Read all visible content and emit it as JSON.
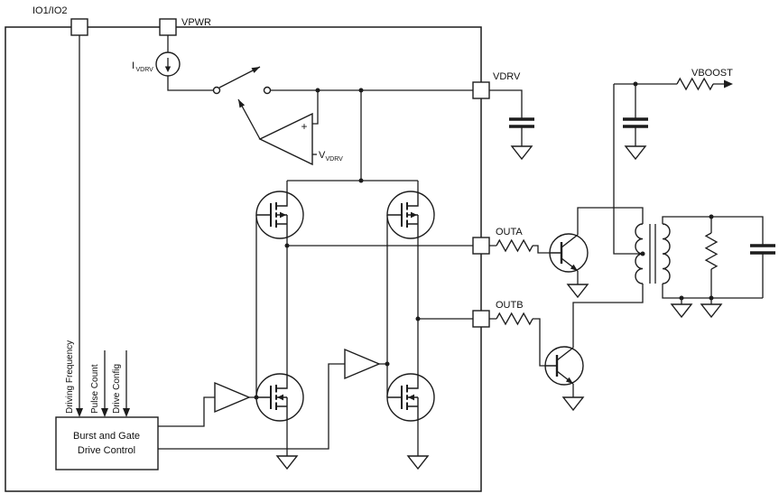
{
  "pins": {
    "io": "IO1/IO2",
    "vpwr": "VPWR",
    "vdrv": "VDRV",
    "outa": "OUTA",
    "outb": "OUTB",
    "vboost": "VBOOST"
  },
  "references": {
    "current_source": {
      "symbol": "I",
      "subscript": "VDRV"
    },
    "voltage_ref": {
      "symbol": "V",
      "subscript": "VDRV"
    },
    "comparator_plus": "+"
  },
  "control_block": {
    "inputs": [
      "Driving Frequency",
      "Pulse Count",
      "Drive Config"
    ],
    "title_line1": "Burst and Gate",
    "title_line2": "Drive Control"
  }
}
